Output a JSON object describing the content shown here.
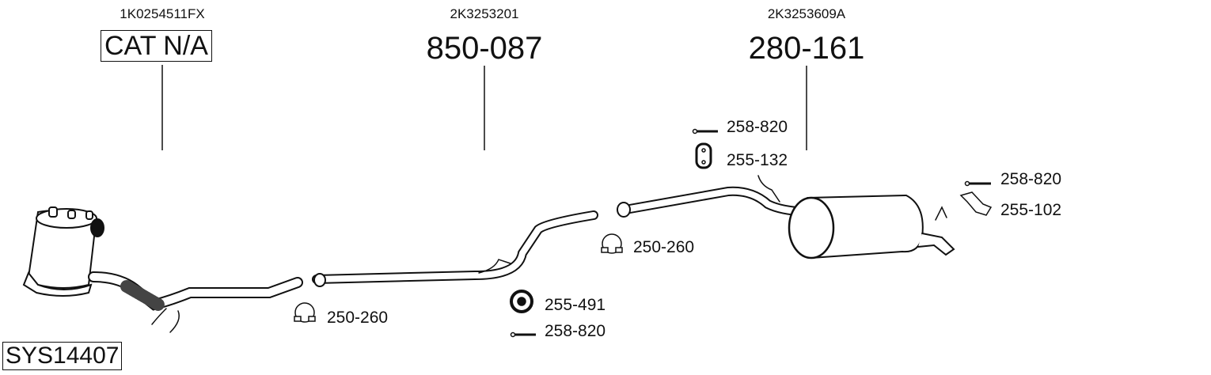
{
  "groups": [
    {
      "oem": "1K0254511FX",
      "part": "CAT N/A"
    },
    {
      "oem": "2K3253201",
      "part": "850-087"
    },
    {
      "oem": "2K3253609A",
      "part": "280-161"
    }
  ],
  "accessories": [
    {
      "part": "258-820",
      "icon": "bolt-icon"
    },
    {
      "part": "255-132",
      "icon": "rubber-hanger-icon"
    },
    {
      "part": "258-820",
      "icon": "bolt-icon"
    },
    {
      "part": "255-102",
      "icon": "bracket-icon"
    },
    {
      "part": "250-260",
      "icon": "clamp-icon"
    },
    {
      "part": "255-491",
      "icon": "rubber-ring-icon"
    },
    {
      "part": "258-820",
      "icon": "bolt-icon"
    },
    {
      "part": "250-260",
      "icon": "clamp-icon"
    }
  ],
  "system_id": "SYS14407",
  "colors": {
    "line": "#111111",
    "background": "#ffffff"
  }
}
